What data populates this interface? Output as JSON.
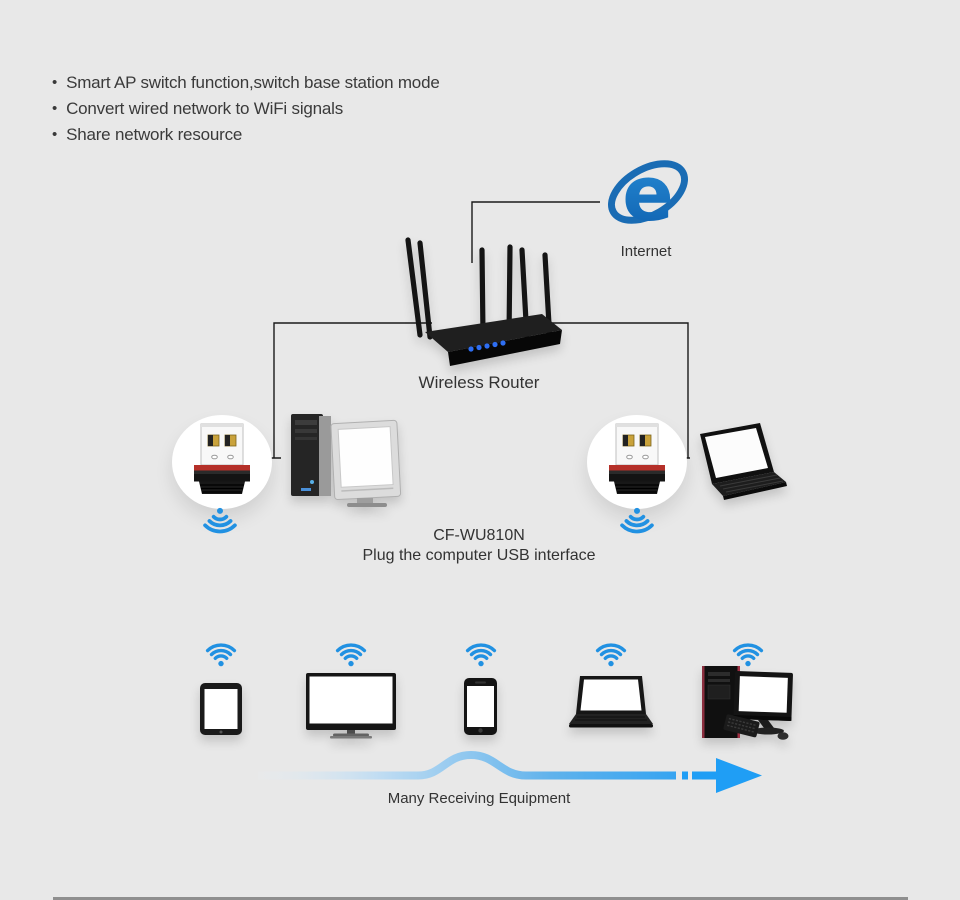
{
  "canvas": {
    "background": "#e8e8e8",
    "footer_bar_color": "#8f8f8f"
  },
  "features": {
    "items": [
      "Smart AP switch function,switch base station mode",
      "Convert wired network to WiFi signals",
      "Share network resource"
    ]
  },
  "diagram": {
    "internet": {
      "label": "Internet"
    },
    "router": {
      "label": "Wireless Router"
    },
    "adapter": {
      "model": "CF-WU810N",
      "caption": "Plug the computer USB interface"
    },
    "receivers": {
      "caption": "Many Receiving Equipment"
    }
  },
  "icons": {
    "internet": "internet-explorer-logo",
    "router": "wireless-router",
    "adapter": "usb-wifi-adapter",
    "signal": "wifi-signal",
    "receiver_devices": [
      "tablet",
      "tv",
      "smartphone",
      "laptop",
      "desktop-computer"
    ],
    "flow": "blue-gradient-arrow"
  },
  "colors": {
    "wifi_blue": "#2191e2",
    "arrow_blue": "#1f9ef5",
    "ie_blue": "#1c7ac6",
    "connector": "#1a1a1a",
    "text": "#3a3a3a"
  }
}
